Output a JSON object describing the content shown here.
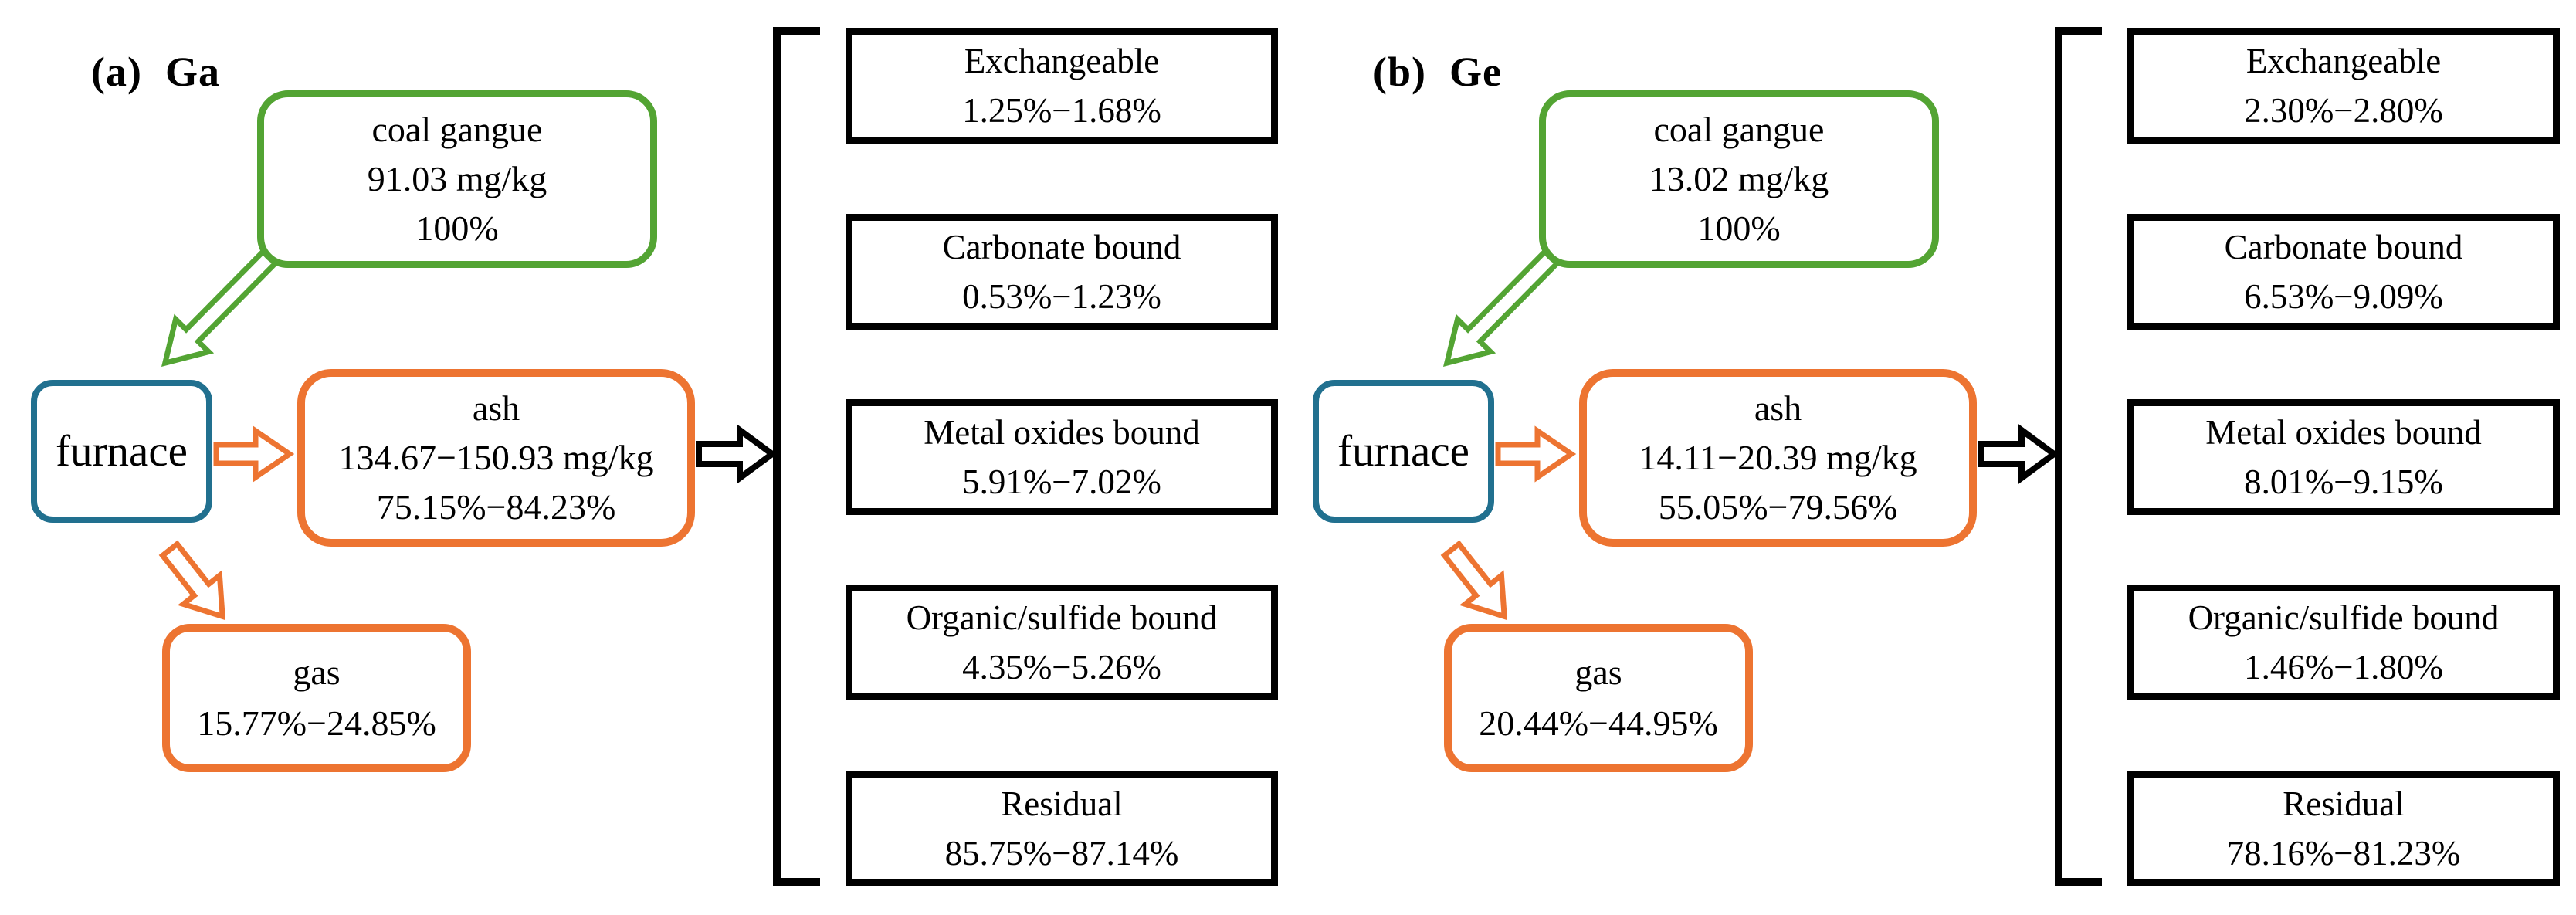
{
  "figure": {
    "colors": {
      "green": "#53A433",
      "orange": "#ED7431",
      "blue": "#21708F",
      "black": "#000000"
    },
    "panels": [
      {
        "label": "(a)",
        "element": "Ga",
        "source": {
          "name": "coal gangue",
          "amount": "91.03 mg/kg",
          "share": "100%"
        },
        "process": {
          "name": "furnace"
        },
        "ash": {
          "name": "ash",
          "amount": "134.67−150.93 mg/kg",
          "share": "75.15%−84.23%"
        },
        "gas": {
          "name": "gas",
          "share": "15.77%−24.85%"
        },
        "fractions": [
          {
            "name": "Exchangeable",
            "range": "1.25%−1.68%"
          },
          {
            "name": "Carbonate bound",
            "range": "0.53%−1.23%"
          },
          {
            "name": "Metal oxides bound",
            "range": "5.91%−7.02%"
          },
          {
            "name": "Organic/sulfide bound",
            "range": "4.35%−5.26%"
          },
          {
            "name": "Residual",
            "range": "85.75%−87.14%"
          }
        ]
      },
      {
        "label": "(b)",
        "element": "Ge",
        "source": {
          "name": "coal gangue",
          "amount": "13.02 mg/kg",
          "share": "100%"
        },
        "process": {
          "name": "furnace"
        },
        "ash": {
          "name": "ash",
          "amount": "14.11−20.39 mg/kg",
          "share": "55.05%−79.56%"
        },
        "gas": {
          "name": "gas",
          "share": "20.44%−44.95%"
        },
        "fractions": [
          {
            "name": "Exchangeable",
            "range": "2.30%−2.80%"
          },
          {
            "name": "Carbonate bound",
            "range": "6.53%−9.09%"
          },
          {
            "name": "Metal oxides bound",
            "range": "8.01%−9.15%"
          },
          {
            "name": "Organic/sulfide bound",
            "range": "1.46%−1.80%"
          },
          {
            "name": "Residual",
            "range": "78.16%−81.23%"
          }
        ]
      }
    ]
  }
}
